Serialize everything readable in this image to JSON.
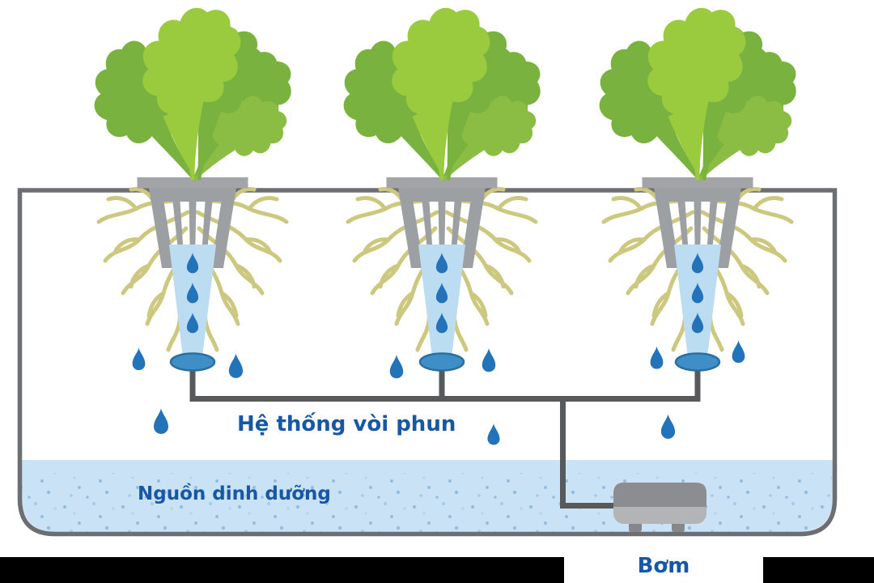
{
  "labels": {
    "spray_system": "Hệ thống vòi phun",
    "nutrient_source": "Nguồn dinh dưỡng",
    "pump": "Bơm"
  },
  "system": {
    "plant_count": 3,
    "components": [
      "lettuce plant",
      "net pot",
      "roots",
      "upward spray cone",
      "sprinkler head",
      "pipe manifold",
      "pump",
      "nutrient reservoir"
    ]
  },
  "colors": {
    "label_text": "#1757a6",
    "water": "#c9e2f5",
    "droplet": "#2273b9",
    "spray_cone": "#bcdcf2",
    "pipe": "#58595b",
    "container_border": "#6d6e71",
    "pot": "#9da0a3",
    "leaf_bright": "#9aca3d",
    "leaf_medium": "#79b23f",
    "roots": "#cdc87f",
    "pump_top": "#8a8c8e",
    "pump_body": "#b2b4b6"
  }
}
